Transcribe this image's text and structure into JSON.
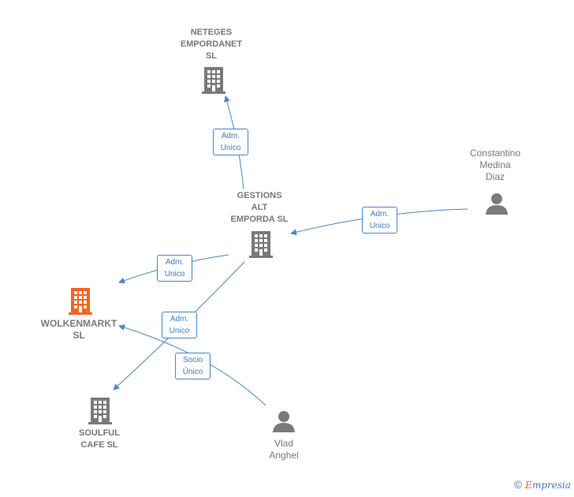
{
  "nodes": {
    "neteges": {
      "lines": [
        "NETEGES",
        "EMPORDANET",
        "SL"
      ]
    },
    "gestions": {
      "lines": [
        "GESTIONS",
        "ALT",
        "EMPORDA SL"
      ]
    },
    "wolkenmarkt": {
      "lines": [
        "WOLKENMARKT",
        "SL"
      ]
    },
    "soulful": {
      "lines": [
        "SOULFUL",
        "CAFE SL"
      ]
    },
    "constantino": {
      "lines": [
        "Constantino",
        "Medina",
        "Diaz"
      ]
    },
    "vlad": {
      "lines": [
        "Vlad",
        "Anghel"
      ]
    }
  },
  "edges": {
    "gestions_neteges": {
      "lines": [
        "Adm.",
        "Unico"
      ]
    },
    "constantino_gestions": {
      "lines": [
        "Adm.",
        "Unico"
      ]
    },
    "gestions_wolkenmarkt": {
      "lines": [
        "Adm.",
        "Unico"
      ]
    },
    "gestions_soulful": {
      "lines": [
        "Adm.",
        "Unico"
      ]
    },
    "vlad_wolkenmarkt": {
      "lines": [
        "Socio",
        "Único"
      ]
    }
  },
  "colors": {
    "edge": "#4a86c8",
    "building": "#7a7a7a",
    "focus_building": "#f26522",
    "person": "#7a7a7a"
  },
  "footer": {
    "copyright": "©",
    "brand_first": "E",
    "brand_rest": "mpresia"
  }
}
